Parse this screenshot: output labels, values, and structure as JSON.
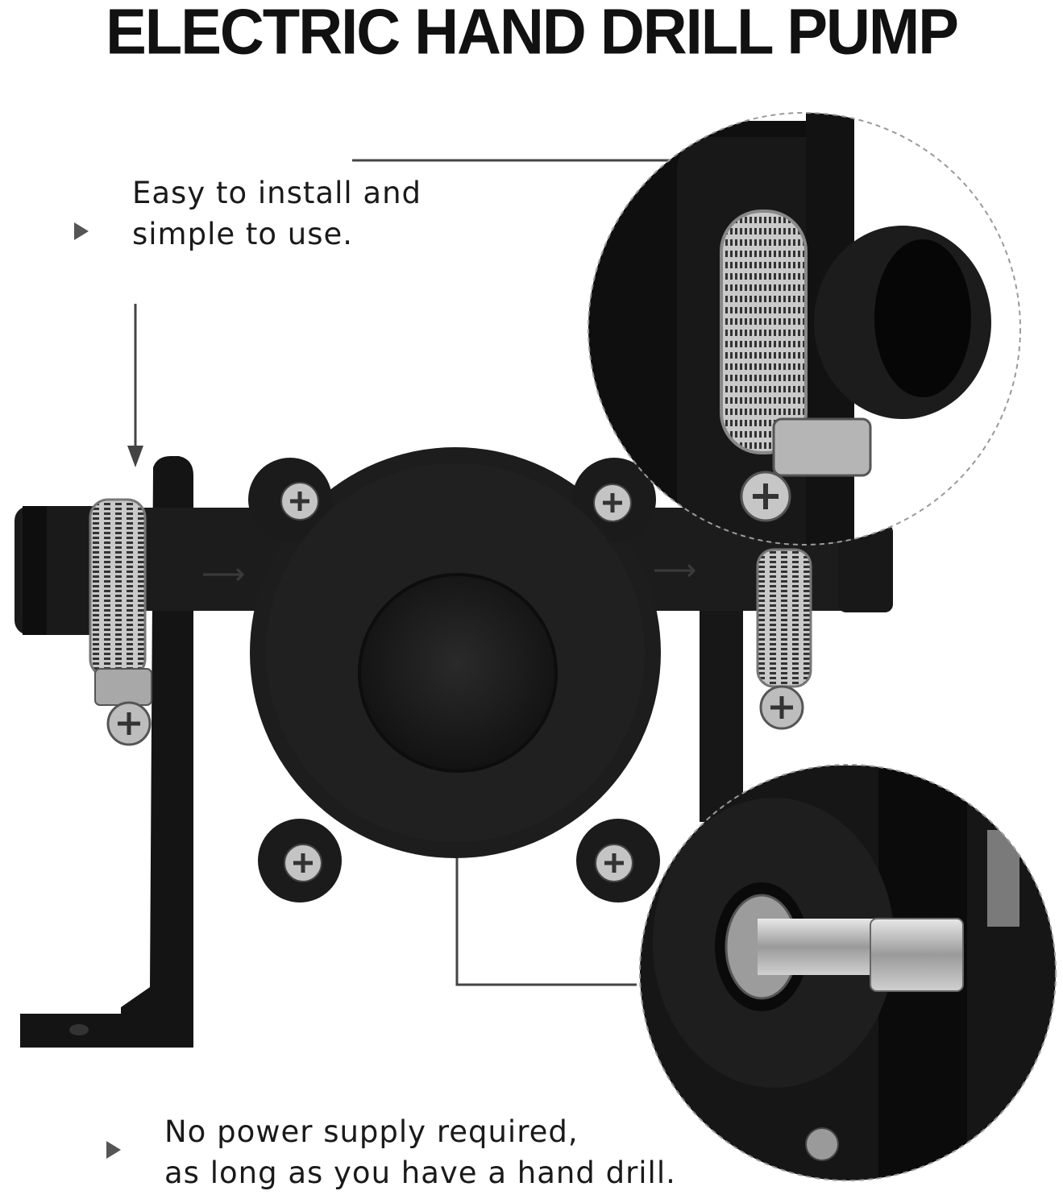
{
  "title": "ELECTRIC HAND DRILL PUMP",
  "callouts": {
    "top": {
      "line1": "Easy to install and",
      "line2": "simple to use."
    },
    "bottom": {
      "line1": "No power supply required,",
      "line2": "as long as you have a hand drill."
    }
  },
  "colors": {
    "pump_body": "#1b1b1b",
    "bracket": "#141414",
    "clamp_metal": "#b8b8b8",
    "leader_line": "#444444"
  }
}
